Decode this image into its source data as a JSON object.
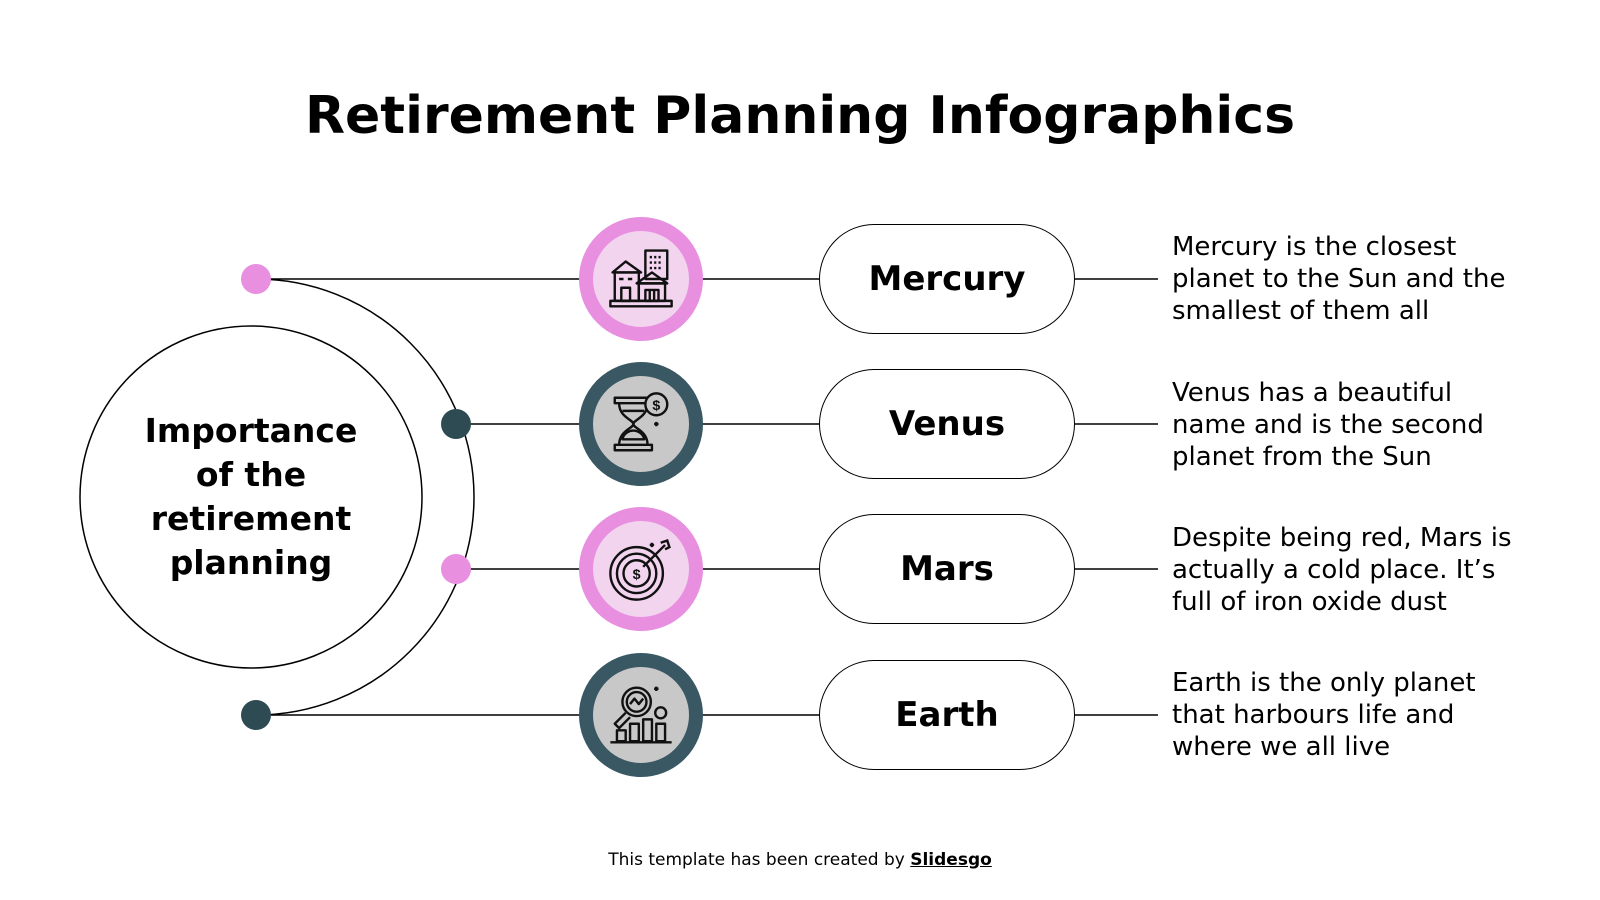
{
  "title": "Retirement Planning Infographics",
  "center": {
    "label": "Importance of the retirement planning"
  },
  "colors": {
    "pink": "#E88FE0",
    "pink_light": "#F2D4EF",
    "teal": "#3A5863",
    "teal_light": "#C8C8C8",
    "dot_dark": "#2E4A52"
  },
  "items": [
    {
      "name": "Mercury",
      "icon": "houses-icon",
      "description": "Mercury is the closest planet to the Sun and the smallest of them all"
    },
    {
      "name": "Venus",
      "icon": "hourglass-money-icon",
      "description": "Venus has a beautiful name and is the second planet from the Sun"
    },
    {
      "name": "Mars",
      "icon": "target-dollar-icon",
      "description": "Despite being red, Mars is actually a cold place. It’s full of iron oxide dust"
    },
    {
      "name": "Earth",
      "icon": "magnifier-chart-icon",
      "description": "Earth is the only planet that harbours life and where we all live"
    }
  ],
  "footer": {
    "prefix": "This template has been created by ",
    "brand": "Slidesgo"
  }
}
